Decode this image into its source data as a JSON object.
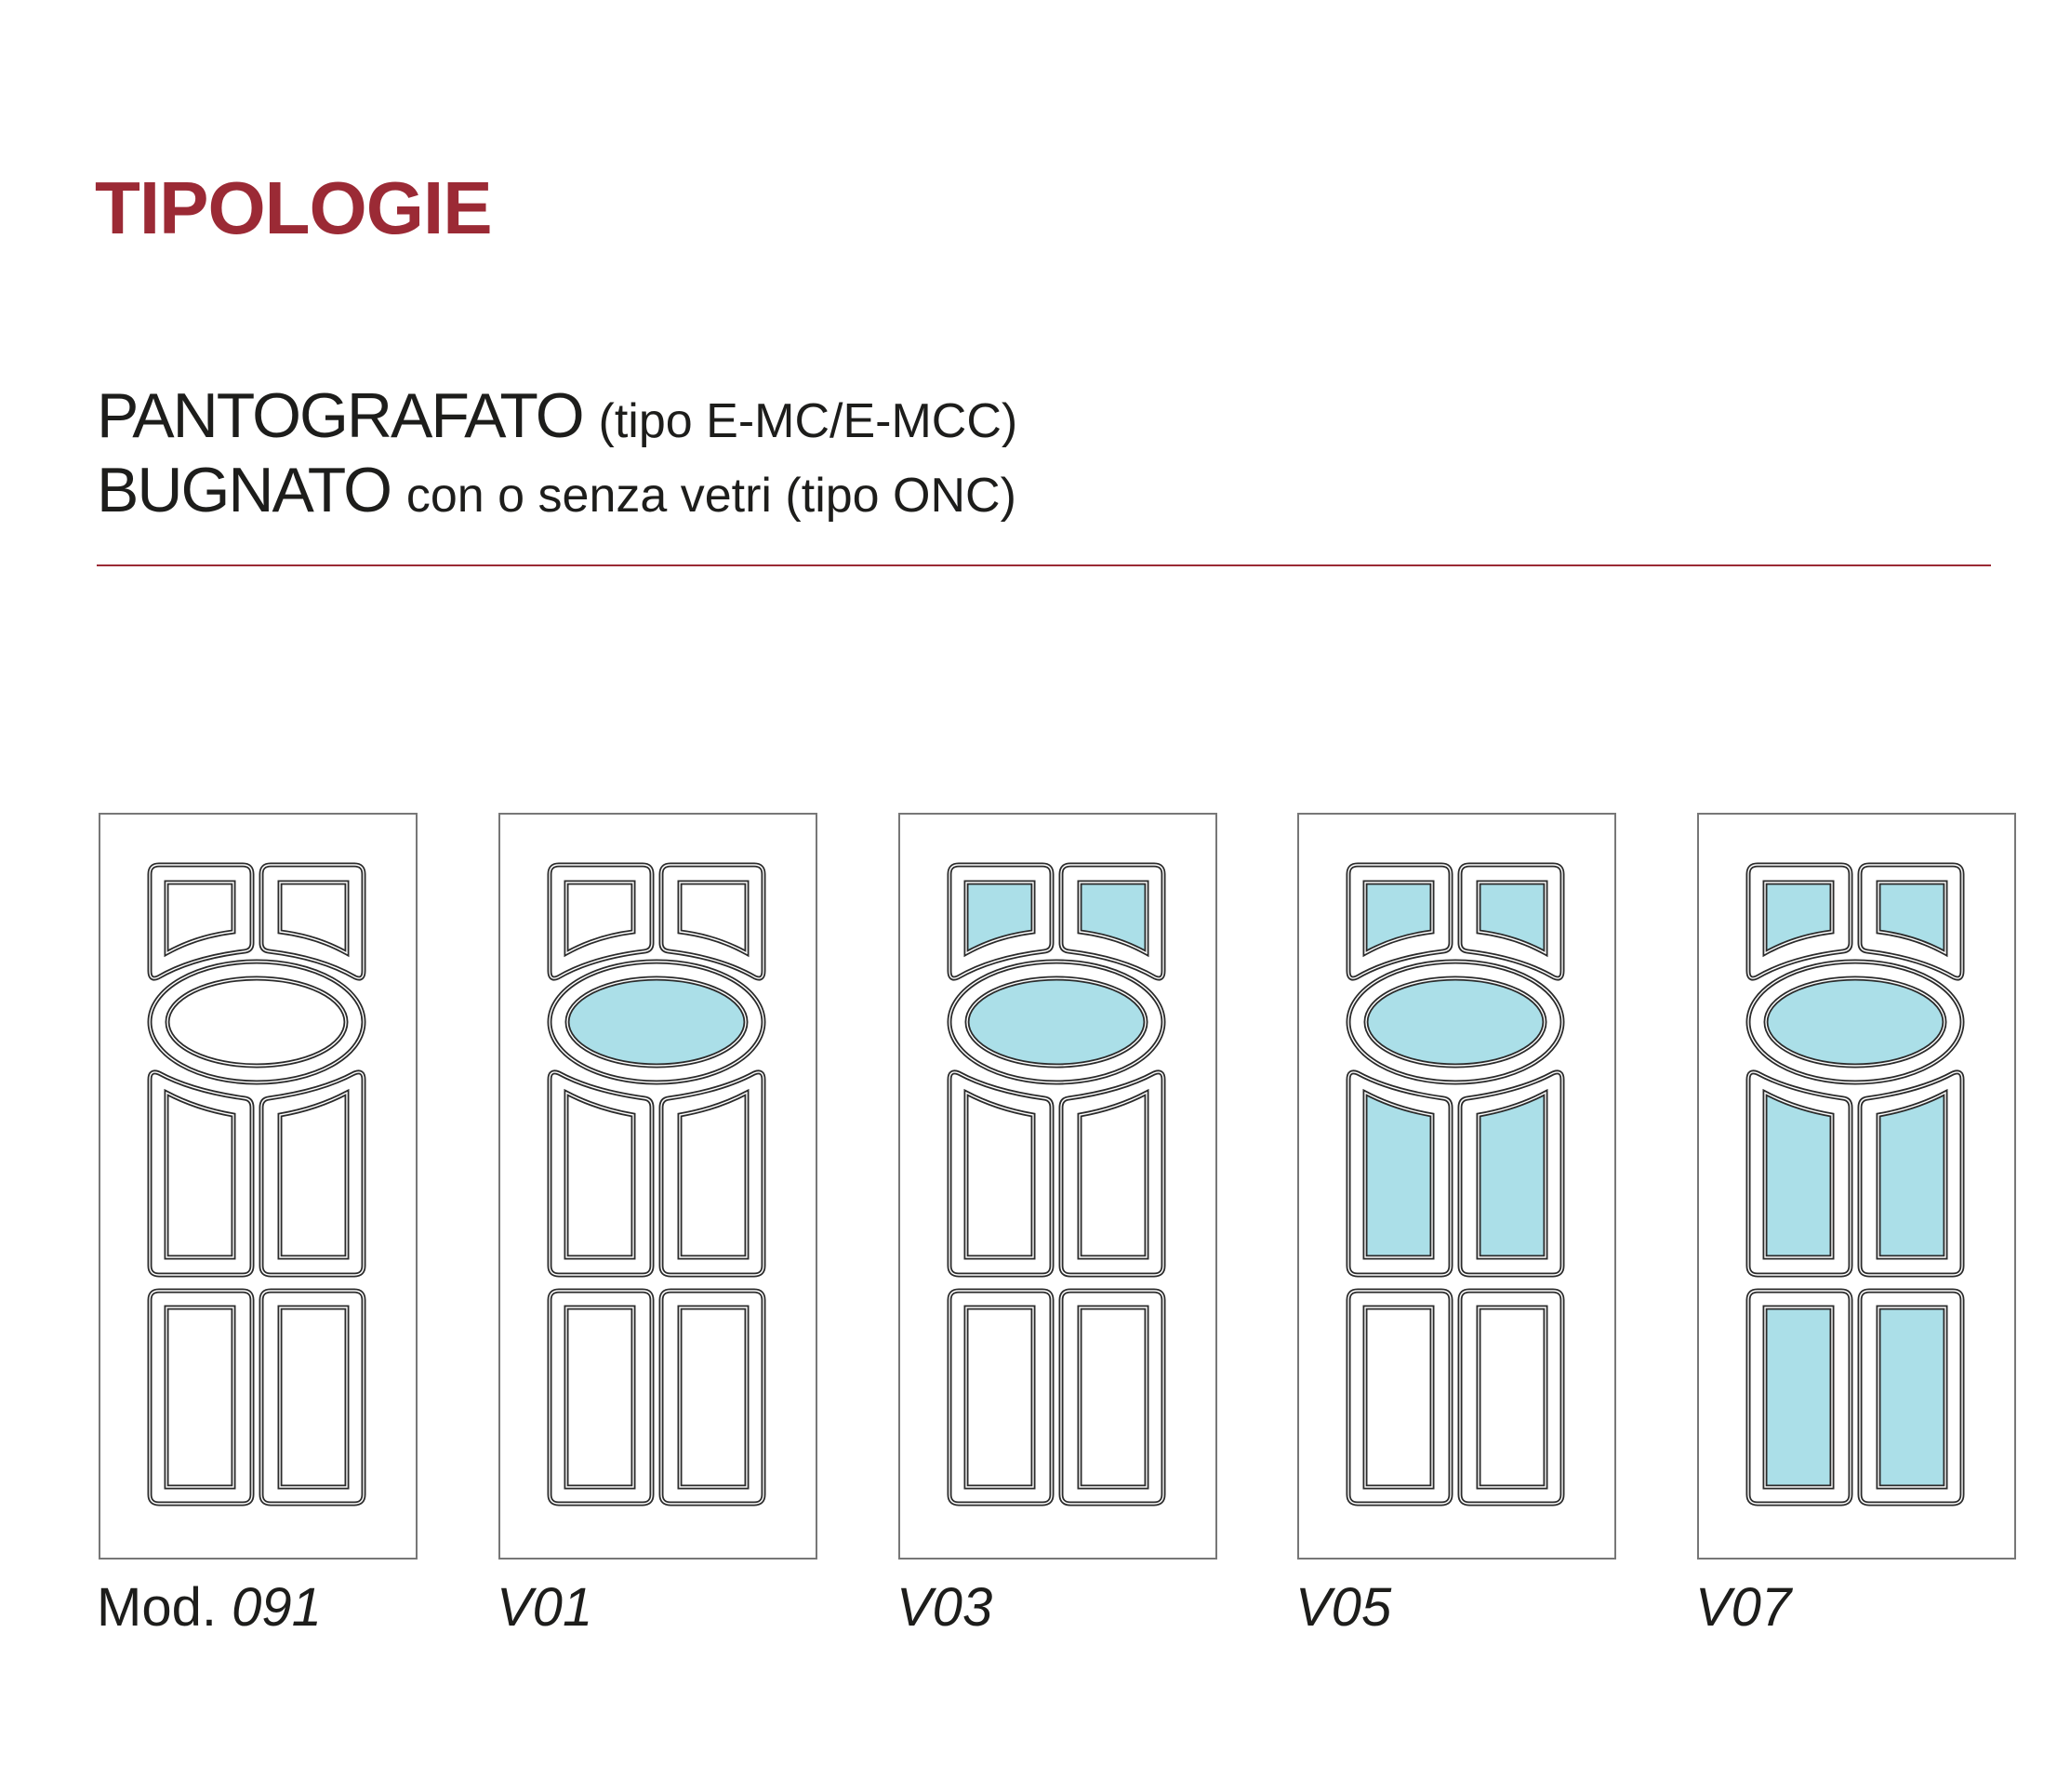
{
  "title": "TIPOLOGIE",
  "lines": [
    {
      "main": "PANTOGRAFATO",
      "detail": "(tipo E-MC/E-MCC)"
    },
    {
      "main": "BUGNATO",
      "detail": "con o senza vetri (tipo ONC)"
    }
  ],
  "colors": {
    "accent": "#9b2a35",
    "glass": "#abdfe8",
    "outline": "#2b2b2b"
  },
  "doors": [
    {
      "prefix": "Mod. ",
      "code": "091",
      "glass": {
        "top": false,
        "oval": false,
        "middle": false,
        "bottom": false
      }
    },
    {
      "prefix": "",
      "code": "V01",
      "glass": {
        "top": false,
        "oval": true,
        "middle": false,
        "bottom": false
      }
    },
    {
      "prefix": "",
      "code": "V03",
      "glass": {
        "top": true,
        "oval": true,
        "middle": false,
        "bottom": false
      }
    },
    {
      "prefix": "",
      "code": "V05",
      "glass": {
        "top": true,
        "oval": true,
        "middle": true,
        "bottom": false
      }
    },
    {
      "prefix": "",
      "code": "V07",
      "glass": {
        "top": true,
        "oval": true,
        "middle": true,
        "bottom": true
      }
    }
  ]
}
